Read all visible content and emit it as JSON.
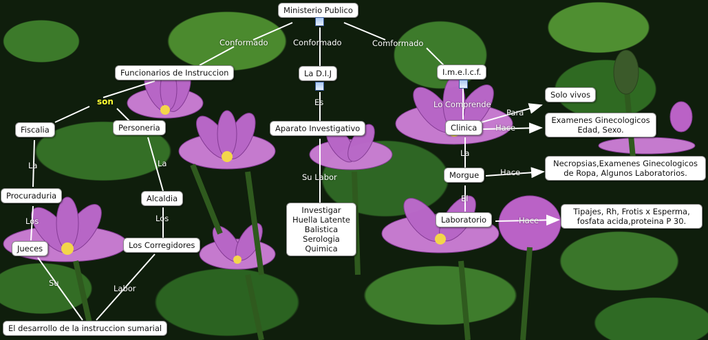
{
  "nodes": {
    "ministerio": "Ministerio Publico",
    "funcionarios": "Funcionarios de Instruccion",
    "dij": "La D.I.J",
    "imelcf": "I.m.e.l.c.f.",
    "fiscalia": "Fiscalia",
    "personeria": "Personeria",
    "aparato": "Aparato Investigativo",
    "clinica": "Clinica",
    "solo_vivos": "Solo vivos",
    "examenes_1": "Examenes Ginecologicos",
    "examenes_2": "Edad, Sexo.",
    "morgue": "Morgue",
    "necropsias_1": "Necropsias,Examenes Ginecologicos",
    "necropsias_2": "de Ropa, Algunos Laboratorios.",
    "procuraduria": "Procuraduria",
    "alcaldia": "Alcaldia",
    "investigar_1": "Investigar",
    "investigar_2": "Huella Latente",
    "investigar_3": "Balistica",
    "investigar_4": "Serologia",
    "investigar_5": "Quimica",
    "laboratorio": "Laboratorio",
    "tipajes_1": "Tipajes, Rh, Frotis x Esperma,",
    "tipajes_2": "fosfata acida,proteina P 30.",
    "jueces": "Jueces",
    "corregidores": "Los Corregidores",
    "desarrollo": "El desarrollo de la instruccion sumarial"
  },
  "links": {
    "conformado_1": "Conformado",
    "conformado_2": "Conformado",
    "comformado": "Comformado",
    "son": "son",
    "es": "Es",
    "lo_comprende": "Lo Comprende",
    "para": "Para",
    "hace_1": "Hace",
    "la_1": "La",
    "la_2": "La",
    "la_3": "La",
    "su_labor": "Su Labor",
    "hace_2": "Hace",
    "el": "El",
    "los_1": "Los",
    "los_2": "Los",
    "hace_3": "Hace",
    "su": "Su",
    "labor": "Labor"
  },
  "colors": {
    "link_text": "#ffffff",
    "highlight_text": "#ffff33",
    "node_fill": "#ffffff",
    "node_border": "#8a8a8a",
    "line": "#ffffff"
  }
}
